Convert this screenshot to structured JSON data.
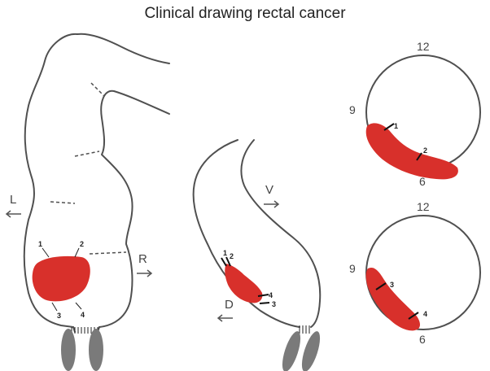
{
  "title": "Clinical drawing rectal cancer",
  "views": {
    "coronal": {
      "direction_left": "L",
      "direction_right": "R",
      "markers": [
        "1",
        "2",
        "3",
        "4"
      ]
    },
    "sagittal": {
      "direction_ventral": "V",
      "direction_dorsal": "D",
      "markers": [
        "1",
        "2",
        "3",
        "4"
      ]
    },
    "axial_upper": {
      "clock_top": "12",
      "clock_left": "9",
      "clock_bottom": "6",
      "markers": [
        "1",
        "2"
      ]
    },
    "axial_lower": {
      "clock_top": "12",
      "clock_left": "9",
      "clock_bottom": "6",
      "markers": [
        "3",
        "4"
      ]
    }
  },
  "colors": {
    "tumor": "#d8302b",
    "outline": "#505050",
    "sphincter": "#7a7a7a"
  }
}
